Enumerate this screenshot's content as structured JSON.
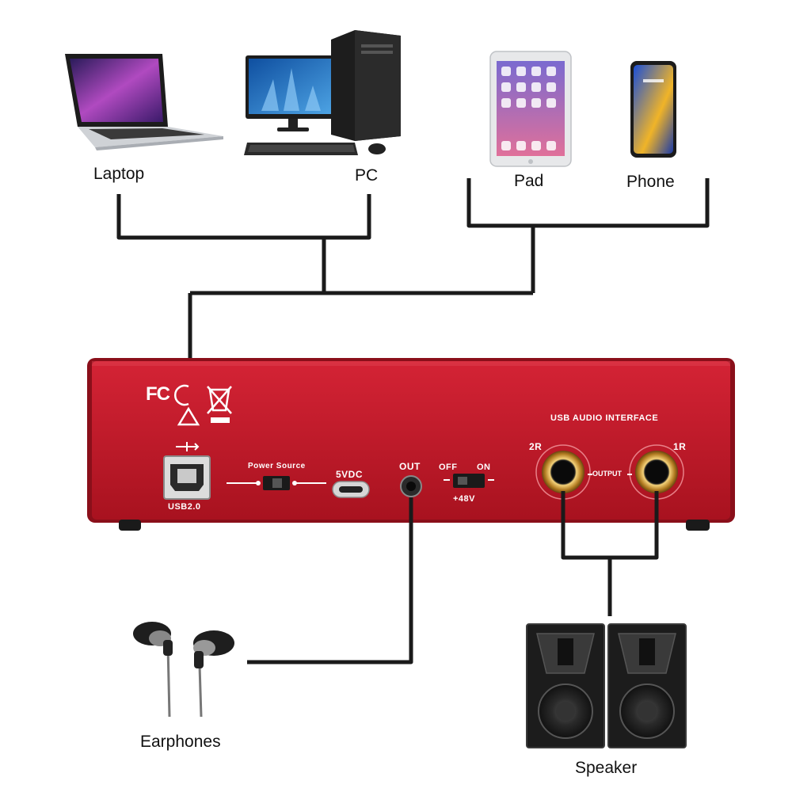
{
  "devices": {
    "laptop": "Laptop",
    "pc": "PC",
    "pad": "Pad",
    "phone": "Phone",
    "earphones": "Earphones",
    "speaker": "Speaker"
  },
  "panel": {
    "title": "USB AUDIO INTERFACE",
    "fc_mark": "FC",
    "usb_port": "USB2.0",
    "power_source": "Power Source",
    "dc_input": "5VDC",
    "out_jack": "OUT",
    "switch_off": "OFF",
    "switch_on": "ON",
    "phantom": "+48V",
    "output_left": "2R",
    "output_right": "1R",
    "output_label": "OUTPUT"
  },
  "colors": {
    "panel_red": "#c0182a",
    "cable": "#1a1a1a",
    "gold": "#d9a441"
  }
}
